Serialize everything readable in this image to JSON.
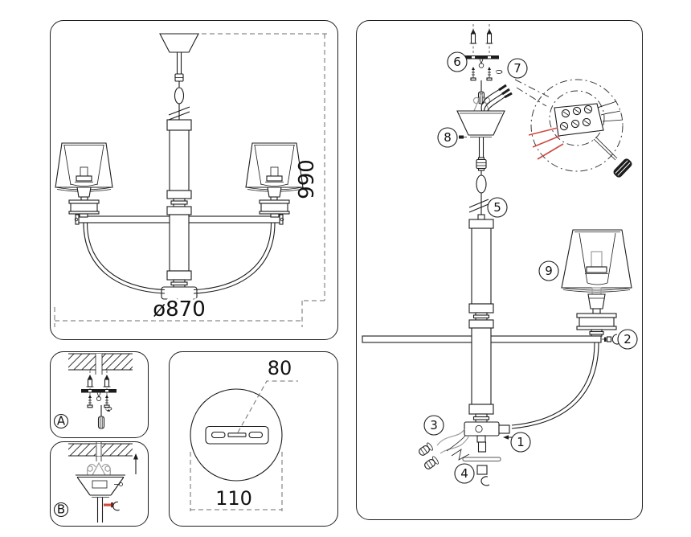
{
  "colors": {
    "line": "#1c1c1c",
    "dimension_gray": "#6e6e6e",
    "accent_red": "#cc4b42",
    "hardware_gray": "#9c9c9c",
    "background": "#ffffff"
  },
  "front_view": {
    "height_label": "990",
    "diameter_label": "ø870"
  },
  "ceiling_plate_view": {
    "slot_width_label": "80",
    "plate_diameter_label": "110"
  },
  "mounting_details": {
    "step_a_label": "A",
    "step_b_label": "B"
  },
  "assembly": {
    "step_labels": [
      "1",
      "2",
      "3",
      "4",
      "5",
      "6",
      "7",
      "8",
      "9"
    ]
  }
}
